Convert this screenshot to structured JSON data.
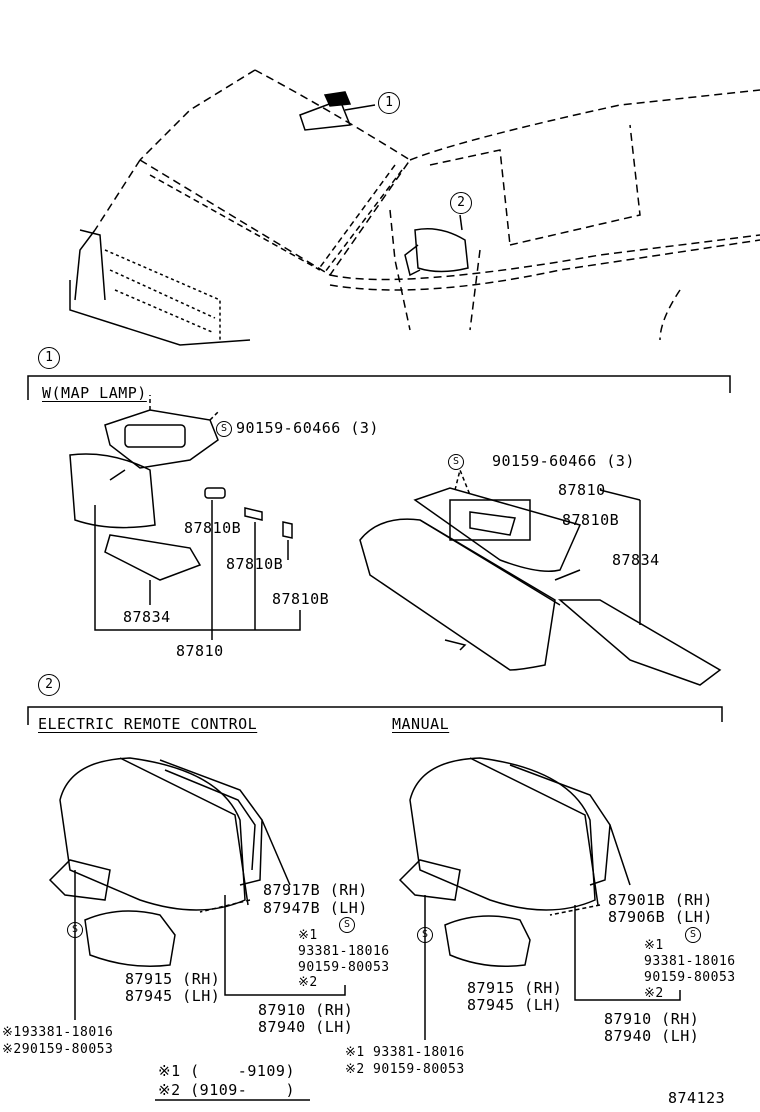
{
  "callouts": {
    "one": "1",
    "two": "2"
  },
  "section1": {
    "header": "W(MAP LAMP)",
    "left": {
      "screw": "90159-60466 (3)",
      "screw_mark": "S",
      "bulb1": "87810B",
      "bulb2": "87810B",
      "bulb3": "87810B",
      "cover": "87834",
      "assy": "87810"
    },
    "right": {
      "screw": "90159-60466 (3)",
      "screw_mark": "S",
      "assy": "87810",
      "bulb": "87810B",
      "cover": "87834"
    }
  },
  "section2": {
    "electric": {
      "header": "ELECTRIC REMOTE CONTROL",
      "glass_rh": "87917B (RH)",
      "glass_lh": "87947B (LH)",
      "note1": "※1",
      "note1_part": "93381-18016",
      "note2_part": "90159-80053",
      "note2": "※2",
      "cover_rh": "87915 (RH)",
      "cover_lh": "87945 (LH)",
      "assy_rh": "87910 (RH)",
      "assy_lh": "87940 (LH)",
      "bottom1": "※193381-18016",
      "bottom2": "※290159-80053",
      "screw_mark": "S"
    },
    "manual": {
      "header": "MANUAL",
      "glass_rh": "87901B (RH)",
      "glass_lh": "87906B (LH)",
      "note1": "※1",
      "note1_part": "93381-18016",
      "note2_part": "90159-80053",
      "note2": "※2",
      "cover_rh": "87915 (RH)",
      "cover_lh": "87945 (LH)",
      "assy_rh": "87910 (RH)",
      "assy_lh": "87940 (LH)",
      "bottom1": "※1 93381-18016",
      "bottom2": "※2 90159-80053",
      "screw_mark": "S"
    }
  },
  "legend": {
    "line1": "※1 (    -9109)",
    "line2": "※2 (9109-    )"
  },
  "diagram_number": "874123"
}
